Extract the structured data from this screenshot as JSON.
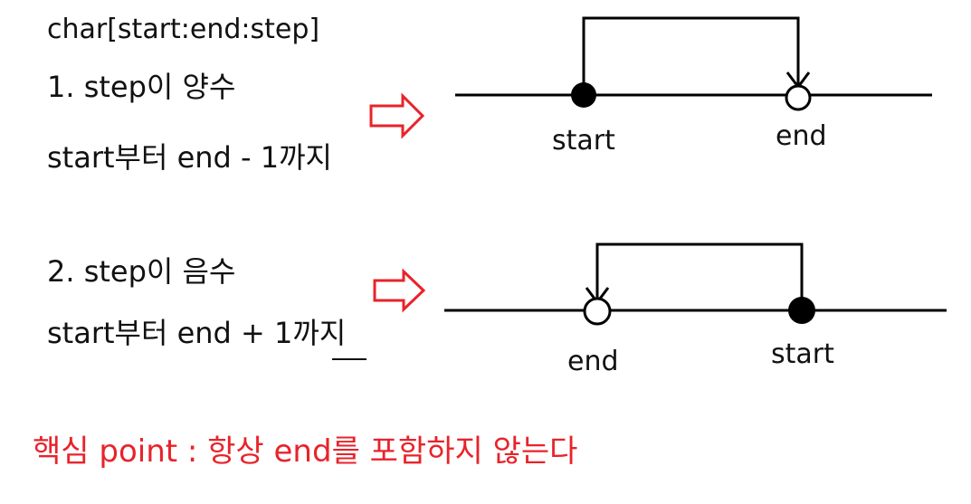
{
  "notes": {
    "syntax": "char[start:end:step]",
    "case1_title": "1.  step이 양수",
    "case1_range": "start부터 end - 1까지",
    "case2_title": "2. step이 음수",
    "case2_range": "start부터 end + 1까지",
    "key_point": "핵심 point : 항상 end를 포함하지 않는다"
  },
  "diagram1": {
    "start_label": "start",
    "end_label": "end"
  },
  "diagram2": {
    "end_label": "end",
    "start_label": "start"
  },
  "colors": {
    "text": "#111111",
    "accent": "#e8232a",
    "line": "#000000"
  },
  "icons": [
    "right-arrow-icon",
    "filled-dot-icon",
    "hollow-circle-icon"
  ]
}
